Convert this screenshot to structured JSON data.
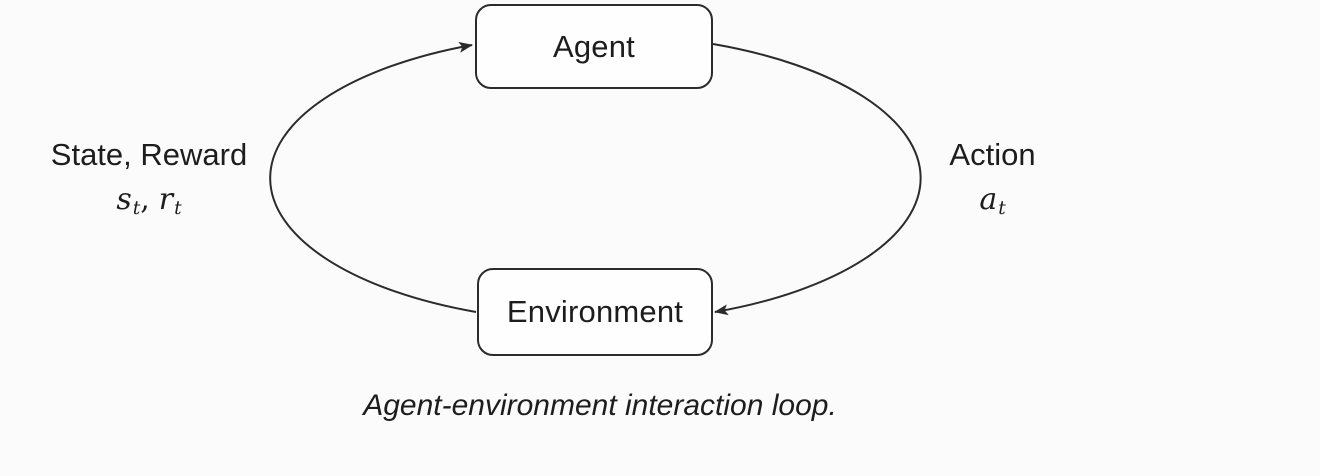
{
  "colors": {
    "background": "#fbfbfb",
    "stroke": "#2b2b2b",
    "text": "#1d1d1d",
    "box_fill": "#fefefe"
  },
  "diagram": {
    "agent_node": {
      "label": "Agent"
    },
    "environment_node": {
      "label": "Environment"
    },
    "state_reward_edge": {
      "label": "State, Reward",
      "math": {
        "var1": "s",
        "sub1": "t",
        "separator": ",",
        "var2": "r",
        "sub2": "t"
      }
    },
    "action_edge": {
      "label": "Action",
      "math": {
        "var1": "a",
        "sub1": "t"
      }
    },
    "caption": "Agent-environment interaction loop."
  }
}
